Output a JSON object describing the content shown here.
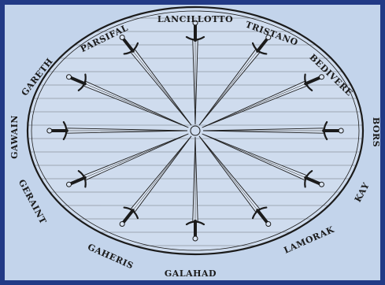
{
  "illustration": {
    "subject": "round-table-icon",
    "colors": {
      "border": "#223a86",
      "background": "#c3d4eb",
      "ink": "#1b1b1b"
    }
  },
  "knights": [
    {
      "key": "lancillotto",
      "label": "LANCILLOTTO"
    },
    {
      "key": "tristano",
      "label": "TRISTANO"
    },
    {
      "key": "bedivere",
      "label": "BEDIVERE"
    },
    {
      "key": "bors",
      "label": "BORS"
    },
    {
      "key": "kay",
      "label": "KAY"
    },
    {
      "key": "lamorak",
      "label": "LAMORAK"
    },
    {
      "key": "galahad",
      "label": "GALAHAD"
    },
    {
      "key": "gaheris",
      "label": "GAHERIS"
    },
    {
      "key": "geraint",
      "label": "GERAINT"
    },
    {
      "key": "gawain",
      "label": "GAWAIN"
    },
    {
      "key": "gareth",
      "label": "GARETH"
    },
    {
      "key": "parsifal",
      "label": "PARSIFAL"
    }
  ]
}
